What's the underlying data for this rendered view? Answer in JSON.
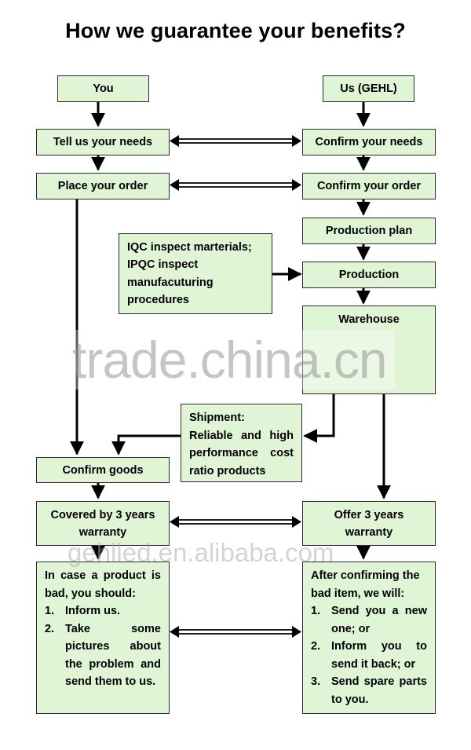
{
  "title": "How we guarantee your benefits?",
  "left": {
    "you": "You",
    "tell_needs": "Tell us your needs",
    "place_order": "Place your order",
    "confirm_goods": "Confirm goods",
    "warranty_line1": "Covered by 3 years",
    "warranty_line2": "warranty",
    "bad_intro": "In case a product is bad, you should:",
    "bad_steps": [
      {
        "num": "1.",
        "text": "Inform us."
      },
      {
        "num": "2.",
        "text": "Take some pictures about the problem and send them to us."
      }
    ]
  },
  "right": {
    "us": "Us (GEHL)",
    "confirm_needs": "Confirm your needs",
    "confirm_order": "Confirm your order",
    "production_plan": "Production plan",
    "production": "Production",
    "warehouse": "Warehouse",
    "offer_line1": "Offer 3 years",
    "offer_line2": "warranty",
    "after_intro": "After confirming the bad item, we will:",
    "after_steps": [
      {
        "num": "1.",
        "text": "Send you a new one; or"
      },
      {
        "num": "2.",
        "text": "Inform you to send it back; or"
      },
      {
        "num": "3.",
        "text": "Send spare parts to you."
      }
    ]
  },
  "iqc": {
    "line1": "IQC inspect marterials;",
    "line2": "IPQC inspect",
    "line3": "manufacuturing",
    "line4": "procedures"
  },
  "shipment": {
    "line1": "Shipment:",
    "line2": "Reliable and high",
    "line3": "performance cost",
    "line4": "ratio products"
  },
  "watermarks": {
    "main": "trade.china.cn",
    "secondary": "gehlled.en.alibaba.com"
  },
  "colors": {
    "box_fill": "#dff5d6",
    "box_border": "#2a2a2a",
    "arrow": "#000000"
  }
}
